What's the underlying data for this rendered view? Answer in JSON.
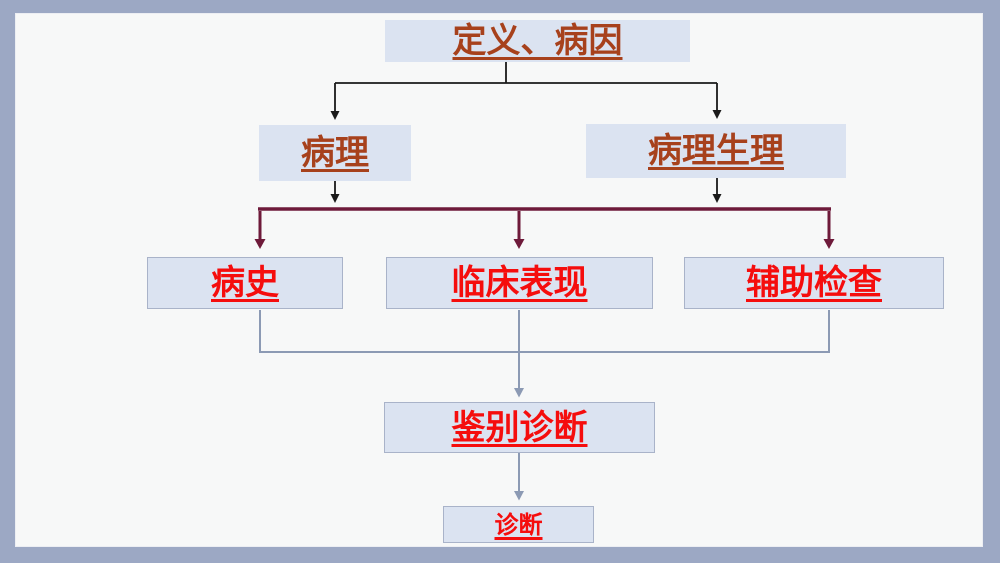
{
  "diagram": {
    "type": "flowchart",
    "language": "zh-CN",
    "description": "Clinical teaching flow: definition/etiology branches to pathology and pathophysiology, which feed history, clinical manifestations and auxiliary examinations, merging into differential diagnosis then diagnosis."
  },
  "colors": {
    "frame": "#9CA8C4",
    "slide_bg": "#F7F8F8",
    "box_fill": "#DBE3F1",
    "box_border": "#A9B3C9",
    "text_brown": "#A7411C",
    "text_red": "#F50D0D",
    "line_black": "#1A1A1A",
    "line_maroon": "#6E1A3A",
    "line_grey": "#8C9AB4"
  },
  "nodes": {
    "definition_etiology": {
      "label": "定义、病因",
      "text_color": "#A7411C"
    },
    "pathology": {
      "label": "病理",
      "text_color": "#A7411C"
    },
    "pathophysiology": {
      "label": "病理生理",
      "text_color": "#A7411C"
    },
    "history": {
      "label": "病史",
      "text_color": "#F50D0D"
    },
    "clinical_manifestations": {
      "label": "临床表现",
      "text_color": "#F50D0D"
    },
    "auxiliary_examination": {
      "label": "辅助检查",
      "text_color": "#F50D0D"
    },
    "differential_diagnosis": {
      "label": "鉴别诊断",
      "text_color": "#F50D0D"
    },
    "diagnosis": {
      "label": "诊断",
      "text_color": "#F50D0D"
    }
  },
  "edges": [
    {
      "from": "definition_etiology",
      "to": "pathology",
      "color": "#1A1A1A"
    },
    {
      "from": "definition_etiology",
      "to": "pathophysiology",
      "color": "#1A1A1A"
    },
    {
      "from": "pathology",
      "to": "collector_bar",
      "color": "#1A1A1A"
    },
    {
      "from": "pathophysiology",
      "to": "collector_bar",
      "color": "#1A1A1A"
    },
    {
      "from": "collector_bar",
      "to": "history",
      "color": "#6E1A3A"
    },
    {
      "from": "collector_bar",
      "to": "clinical_manifestations",
      "color": "#6E1A3A"
    },
    {
      "from": "collector_bar",
      "to": "auxiliary_examination",
      "color": "#6E1A3A"
    },
    {
      "from": "history",
      "to": "differential_diagnosis",
      "color": "#8C9AB4"
    },
    {
      "from": "clinical_manifestations",
      "to": "differential_diagnosis",
      "color": "#8C9AB4"
    },
    {
      "from": "auxiliary_examination",
      "to": "differential_diagnosis",
      "color": "#8C9AB4"
    },
    {
      "from": "differential_diagnosis",
      "to": "diagnosis",
      "color": "#8C9AB4"
    }
  ]
}
